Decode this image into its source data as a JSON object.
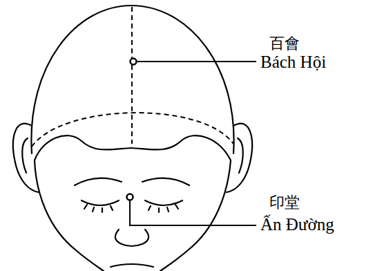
{
  "diagram": {
    "labels": [
      "百會",
      "Bách Hội",
      "印堂",
      "Ấn Đường"
    ]
  }
}
